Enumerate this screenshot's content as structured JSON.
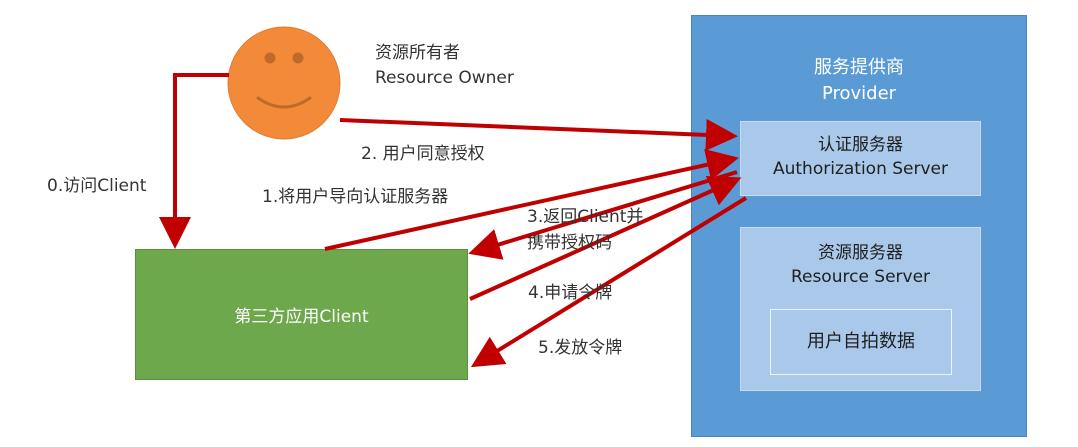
{
  "resource_owner": {
    "title_cn": "资源所有者",
    "title_en": "Resource Owner"
  },
  "client": {
    "label": "第三方应用Client"
  },
  "provider": {
    "title_cn": "服务提供商",
    "title_en": "Provider",
    "auth_server": {
      "title_cn": "认证服务器",
      "title_en": "Authorization Server"
    },
    "resource_server": {
      "title_cn": "资源服务器",
      "title_en": "Resource Server",
      "data_label": "用户自拍数据"
    }
  },
  "steps": {
    "step0": "0.访问Client",
    "step1": "1.将用户导向认证服务器",
    "step2": "2. 用户同意授权",
    "step3_line1": "3.返回Client并",
    "step3_line2": "携带授权码",
    "step4": "4.申请令牌",
    "step5": "5.发放令牌"
  },
  "colors": {
    "arrow": "#c00000",
    "owner_face": "#f28a3a",
    "client_fill": "#6ea84c",
    "provider_fill": "#5b9bd5",
    "server_fill": "#a9c8ea"
  }
}
